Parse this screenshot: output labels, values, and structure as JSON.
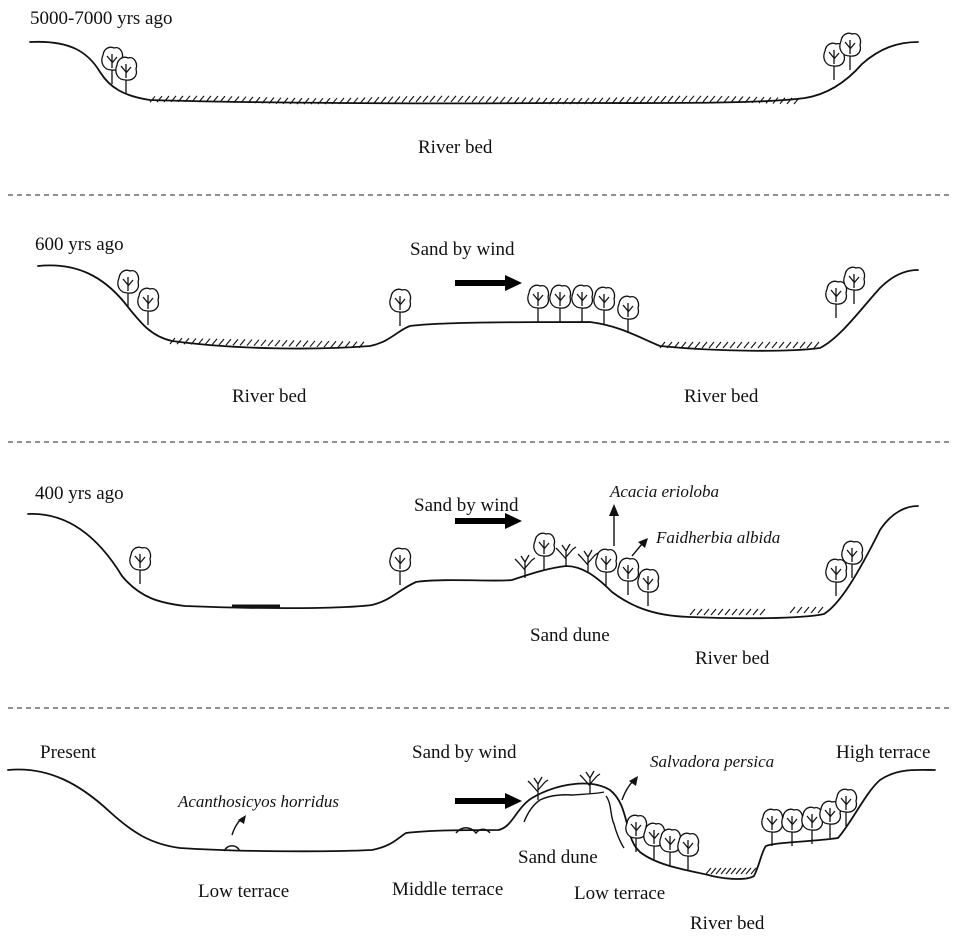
{
  "panels": [
    {
      "time": "5000-7000 yrs ago",
      "labels": [
        "River bed"
      ]
    },
    {
      "time": "600 yrs ago",
      "wind": "Sand by wind",
      "labels": [
        "River bed",
        "River bed"
      ]
    },
    {
      "time": "400 yrs ago",
      "wind": "Sand by wind",
      "species": [
        "Acacia erioloba",
        "Faidherbia albida"
      ],
      "labels": [
        "Sand dune",
        "River bed"
      ]
    },
    {
      "time": "Present",
      "wind": "Sand by wind",
      "species": [
        "Acanthosicyos horridus",
        "Salvadora persica"
      ],
      "labels": [
        "High terrace",
        "Low terrace",
        "Middle terrace",
        "Sand dune",
        "Low terrace",
        "River bed"
      ]
    }
  ]
}
